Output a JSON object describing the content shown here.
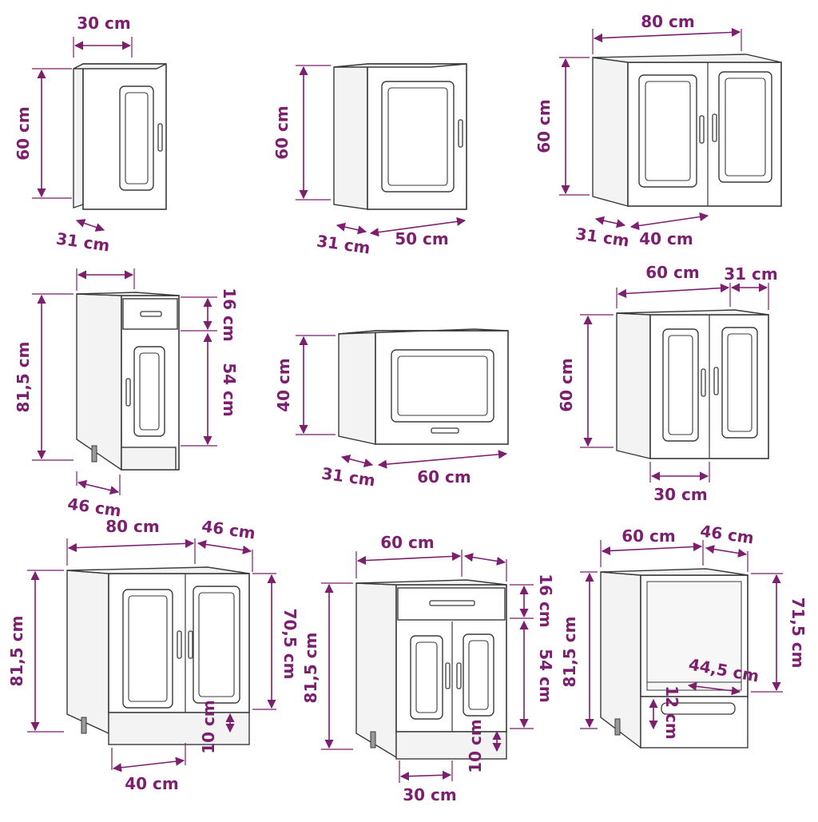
{
  "colors": {
    "dimension": "#7b1f6e",
    "outline": "#3a3a3a",
    "cabinet": "#ffffff"
  },
  "cabinets": [
    {
      "name": "wall-30",
      "labels": {
        "width": "30 cm",
        "height": "60 cm",
        "depth": "31 cm"
      }
    },
    {
      "name": "wall-50",
      "labels": {
        "height": "60 cm",
        "depth": "31 cm",
        "width": "50 cm"
      }
    },
    {
      "name": "wall-80",
      "labels": {
        "width": "80 cm",
        "height": "60 cm",
        "depth": "31 cm",
        "door": "40 cm"
      }
    },
    {
      "name": "base-drawer-30",
      "labels": {
        "height": "81,5 cm",
        "drawer": "16 cm",
        "door": "54 cm",
        "depth": "46 cm"
      }
    },
    {
      "name": "wall-hood-60",
      "labels": {
        "height": "40 cm",
        "depth": "31 cm",
        "width": "60 cm"
      }
    },
    {
      "name": "wall-60",
      "labels": {
        "width": "60 cm",
        "depth": "31 cm",
        "height": "60 cm",
        "door": "30 cm"
      }
    },
    {
      "name": "sink-base-80",
      "labels": {
        "width": "80 cm",
        "depth": "46 cm",
        "height": "81,5 cm",
        "inner": "70,5 cm",
        "plinth": "10 cm",
        "door": "40 cm"
      }
    },
    {
      "name": "base-drawer-60",
      "labels": {
        "width": "60 cm",
        "height": "81,5 cm",
        "drawer": "16 cm",
        "door_height": "54 cm",
        "plinth": "10 cm",
        "door": "30 cm"
      }
    },
    {
      "name": "oven-base-60",
      "labels": {
        "width": "60 cm",
        "depth": "46 cm",
        "height": "81,5 cm",
        "inner": "71,5 cm",
        "shelf": "44,5 cm",
        "drawer": "12 cm"
      }
    }
  ]
}
